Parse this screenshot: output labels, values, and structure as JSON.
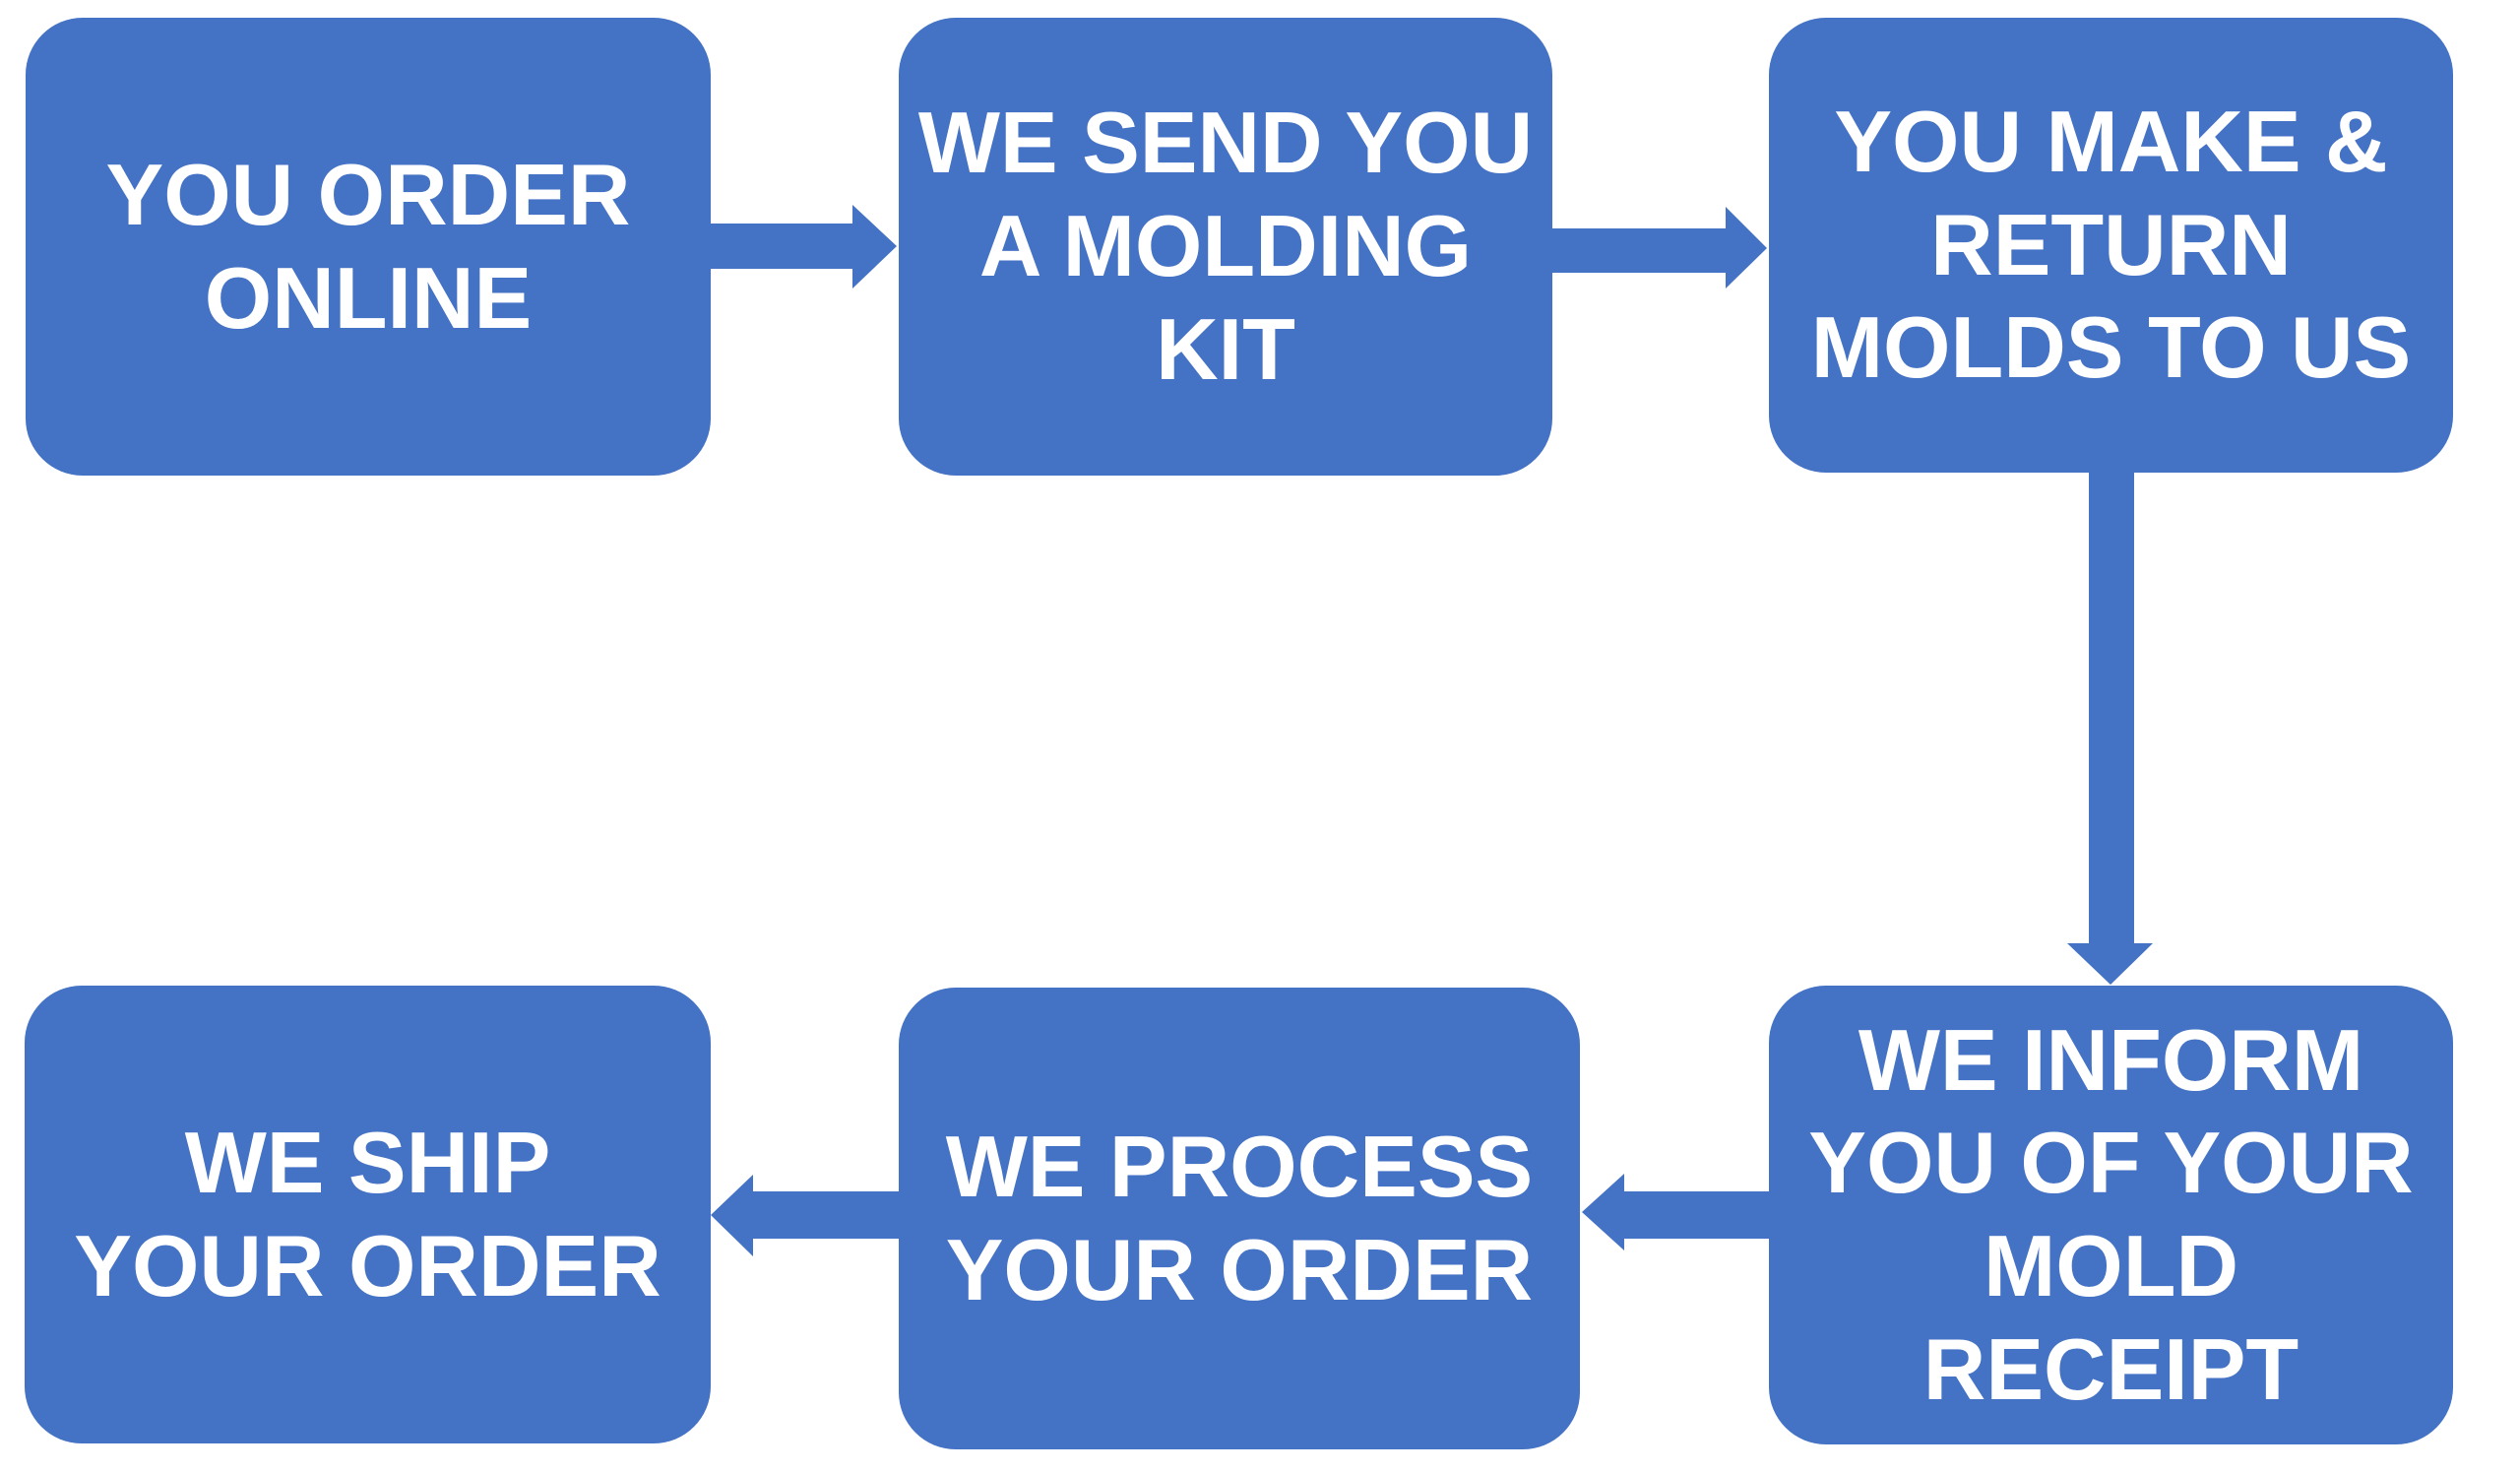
{
  "flowchart": {
    "background_color": "#FFFFFF",
    "box_fill_color": "#4472C4",
    "arrow_color": "#4472C4",
    "text_color": "#FFFFFF",
    "steps": [
      {
        "id": "order-online",
        "label": "YOU ORDER\nONLINE"
      },
      {
        "id": "send-molding-kit",
        "label": "WE SEND YOU\nA MOLDING\nKIT"
      },
      {
        "id": "make-return-molds",
        "label": "YOU MAKE &\nRETURN\nMOLDS TO US"
      },
      {
        "id": "inform-mold-receipt",
        "label": "WE INFORM\nYOU OF YOUR\nMOLD\nRECEIPT"
      },
      {
        "id": "process-order",
        "label": "WE PROCESS\nYOUR ORDER"
      },
      {
        "id": "ship-order",
        "label": "WE SHIP\nYOUR ORDER"
      }
    ],
    "connectors": [
      {
        "from": "order-online",
        "to": "send-molding-kit",
        "direction": "right"
      },
      {
        "from": "send-molding-kit",
        "to": "make-return-molds",
        "direction": "right"
      },
      {
        "from": "make-return-molds",
        "to": "inform-mold-receipt",
        "direction": "down"
      },
      {
        "from": "inform-mold-receipt",
        "to": "process-order",
        "direction": "left"
      },
      {
        "from": "process-order",
        "to": "ship-order",
        "direction": "left"
      }
    ]
  }
}
